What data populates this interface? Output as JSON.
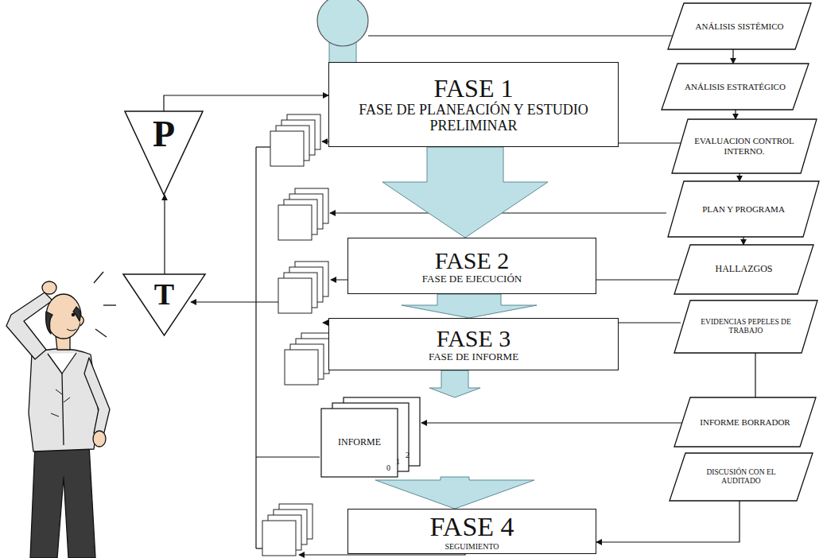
{
  "diagram": {
    "nodes": [
      {
        "text": [
          "FASE 1",
          "FASE DE PLANEACIÓN Y ESTUDIO PRELIMINAR"
        ]
      },
      {
        "text": [
          "ANÁLISIS SISTÉMICO"
        ]
      },
      {
        "text": [
          "ANÁLISIS ESTRATÉGICO"
        ]
      },
      {
        "text": [
          "EVALUACION CONTROL INTERNO."
        ]
      },
      {
        "text": [
          "PLAN Y PROGRAMA"
        ]
      },
      {
        "text": [
          "P"
        ]
      },
      {
        "text": [
          "FASE 2",
          "FASE DE EJECUCIÓN"
        ]
      },
      {
        "text": [
          "HALLAZGOS"
        ]
      },
      {
        "text": [
          "T"
        ]
      },
      {
        "text": [
          "FASE 3",
          "FASE DE INFORME"
        ]
      },
      {
        "text": [
          "EVIDENCIAS PEPELES DE TRABAJO"
        ]
      },
      {
        "text": [
          "INFORME"
        ]
      },
      {
        "text": [
          "INFORME BORRADOR"
        ]
      },
      {
        "text": [
          "DISCUSIÓN CON EL AUDITADO"
        ]
      },
      {
        "text": [
          "FASE 4",
          "SEGUIMIENTO"
        ]
      }
    ],
    "edges": [
      {
        "from": 0,
        "to": 6,
        "arrow": "to"
      },
      {
        "from": 6,
        "to": 9,
        "arrow": "to"
      },
      {
        "from": 9,
        "to": 11,
        "arrow": "to"
      },
      {
        "from": 11,
        "to": 14,
        "arrow": "to"
      },
      {
        "from": 1,
        "to": 2,
        "arrow": "to"
      },
      {
        "from": 2,
        "to": 3,
        "arrow": "to"
      },
      {
        "from": 3,
        "to": 4,
        "arrow": "to"
      },
      {
        "from": 4,
        "to": 7,
        "arrow": "to"
      },
      {
        "from": 0,
        "to": 3,
        "arrow": "none"
      },
      {
        "from": 10,
        "to": 12,
        "arrow": "none"
      },
      {
        "from": 12,
        "to": 11,
        "arrow": "to"
      },
      {
        "from": 13,
        "to": 14,
        "arrow": "to"
      },
      {
        "from": 8,
        "to": 5,
        "arrow": "to"
      },
      {
        "from": 5,
        "to": 0,
        "arrow": "to"
      }
    ],
    "labels": [
      "0",
      "1",
      "2"
    ]
  }
}
